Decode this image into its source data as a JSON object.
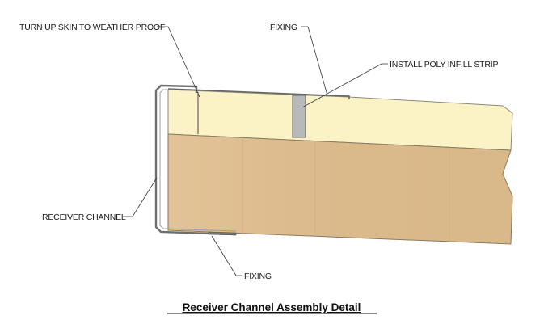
{
  "labels": {
    "turn_up_skin": "TURN UP SKIN TO WEATHER PROOF",
    "fixing_top": "FIXING",
    "install_poly": "INSTALL POLY INFILL STRIP",
    "receiver_channel": "RECEIVER CHANNEL",
    "fixing_bottom": "FIXING"
  },
  "title": "Receiver Channel Assembly Detail",
  "colors": {
    "foam_core": "#fbf3c6",
    "timber_board": "#dcbb8e",
    "infill_strip": "#b9b9b9",
    "channel_metal": "#6e6e6e"
  }
}
